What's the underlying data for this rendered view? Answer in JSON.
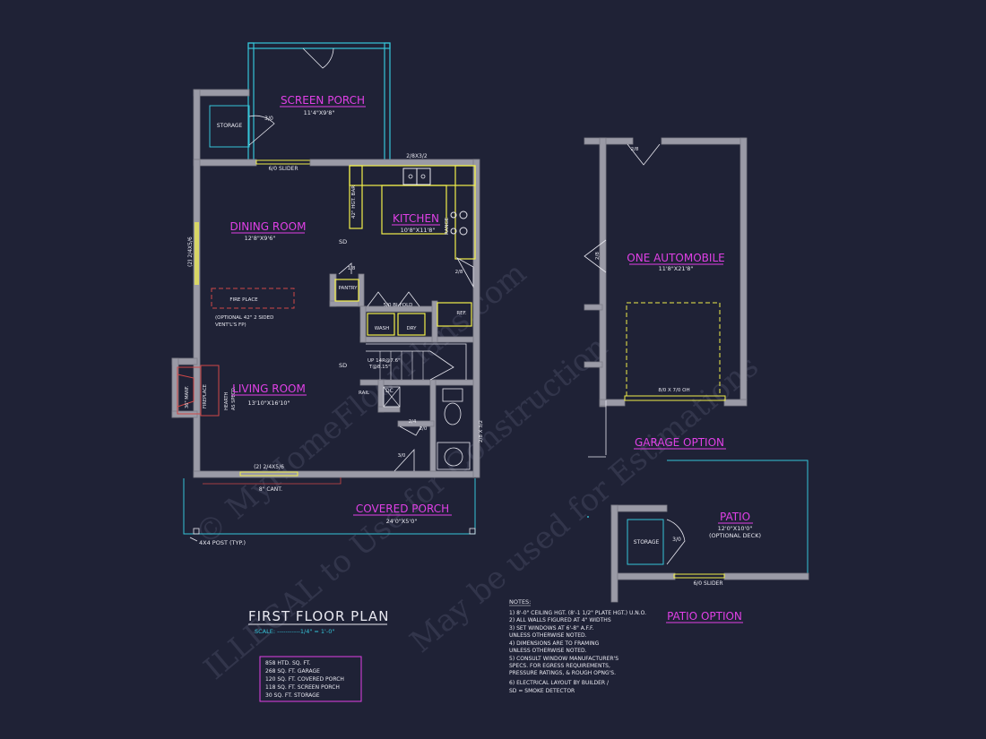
{
  "rooms": {
    "screen_porch": {
      "name": "SCREEN PORCH",
      "dim": "11'4\"X9'8\""
    },
    "storage_upper": "STORAGE",
    "storage_door": "3/0",
    "dining": {
      "name": "DINING ROOM",
      "dim": "12'8\"X9'6\""
    },
    "kitchen": {
      "name": "KITCHEN",
      "dim": "10'8\"X11'8\""
    },
    "living": {
      "name": "LIVING ROOM",
      "dim": "13'10\"X16'10\""
    },
    "covered_porch": {
      "name": "COVERED PORCH",
      "dim": "24'0\"X5'0\""
    },
    "garage": {
      "name": "ONE AUTOMOBILE",
      "dim": "11'8\"X21'8\""
    },
    "patio": {
      "name": "PATIO",
      "dim": "12'0\"X10'0\"",
      "note": "(OPTIONAL DECK)"
    },
    "storage_patio": "STORAGE"
  },
  "labels": {
    "slider_top": "6/0 SLIDER",
    "window_kitchen": "2/8X3/2",
    "hgt_bar": "42\" HGT. BAR",
    "sd1": "SD",
    "sd2": "SD",
    "window_left": "(2) 2/4X5/6",
    "fireplace": "FIRE PLACE",
    "fireplace_note1": "(OPTIONAL 42\" 2 SIDED",
    "fireplace_note2": "VENT'L'S FP)",
    "fp36": "36\" MANF.",
    "fp36b": "FIREPLACE",
    "hearth1": "HEARTH",
    "hearth2": "AS SPECD.",
    "pantry": "PANTRY",
    "pantry_door": "1/8",
    "door_28": "2/8",
    "bifold": "5/0 BI-FOLD",
    "wash": "WASH",
    "dry": "DRY",
    "ref": "REF.",
    "range": "RANGE",
    "stairs": "UP 14R@7.6\"",
    "stairs2": "T@8.15\"",
    "rail": "RAIL",
    "dc": "DC",
    "door_24": "2/4",
    "door_20": "2/0",
    "door_30": "3/0",
    "window_bath": "2/8 X 3/2",
    "window_front": "(2) 2/4X5/6",
    "cant": "8\" CANT.",
    "post": "4X4 POST (TYP.)",
    "garage_door_side": "2/8",
    "garage_door_left": "2/8",
    "garage_door_main": "8/0 X 7/0 OH",
    "garage_option": "GARAGE OPTION",
    "patio_option": "PATIO OPTION",
    "slider_patio": "6/0 SLIDER",
    "patio_door": "3/0"
  },
  "title": {
    "name": "FIRST FLOOR PLAN",
    "scale": "SCALE: -----------1/4\" = 1'-0\""
  },
  "areas": [
    "858 HTD. SQ. FT.",
    "268 SQ. FT. GARAGE",
    "120 SQ. FT. COVERED PORCH",
    "118 SQ. FT. SCREEN PORCH",
    "30 SQ. FT. STORAGE"
  ],
  "notes": {
    "heading": "NOTES:",
    "lines": [
      "1)  8'-0\" CEILING HGT. (8'-1 1/2\" PLATE HGT.) U.N.O.",
      "2)  ALL WALLS FIGURED AT 4\" WIDTHS",
      "3)  SET WINDOWS AT 6'-8\" A.F.F.",
      "     UNLESS OTHERWISE NOTED.",
      "4)  DIMENSIONS ARE TO FRAMING",
      "     UNLESS OTHERWISE NOTED.",
      "5)  CONSULT WINDOW MANUFACTURER'S",
      "     SPECS. FOR EGRESS REQUIREMENTS,",
      "     PRESSURE RATINGS, & ROUGH OPNG'S.",
      "6)  ELECTRICAL LAYOUT BY BUILDER /",
      "     SD = SMOKE DETECTOR"
    ]
  },
  "watermark": {
    "line1": "© MyHomeFloorPlans.com",
    "line2": "ILLEGAL to Use for Construction",
    "line3": "May be used for Estimations"
  },
  "colors": {
    "background": "#1f2236",
    "walls": "#9a9aa6",
    "room_text": "#e040e6",
    "cabinets": "#f2ef4a",
    "screen": "#35c4d8"
  }
}
